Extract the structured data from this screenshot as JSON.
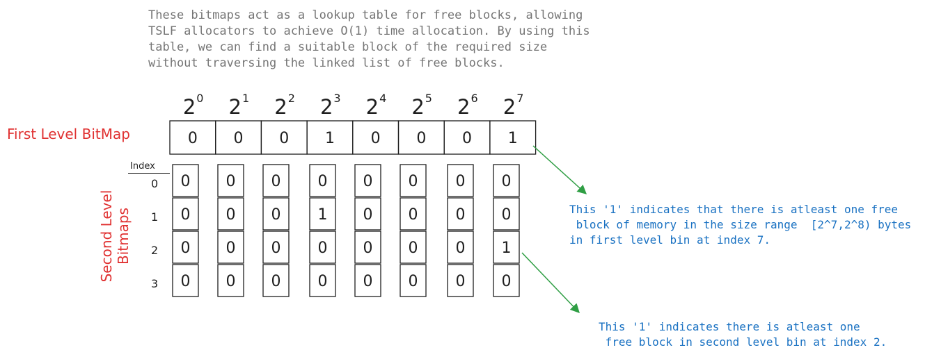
{
  "description": [
    "These bitmaps act as a lookup table for free blocks, allowing",
    "TSLF allocators to achieve O(1) time allocation. By using this",
    "table, we can find a suitable block of the required size",
    "without traversing the linked list of free blocks."
  ],
  "powers": [
    {
      "base": "2",
      "exp": "0"
    },
    {
      "base": "2",
      "exp": "1"
    },
    {
      "base": "2",
      "exp": "2"
    },
    {
      "base": "2",
      "exp": "3"
    },
    {
      "base": "2",
      "exp": "4"
    },
    {
      "base": "2",
      "exp": "5"
    },
    {
      "base": "2",
      "exp": "6"
    },
    {
      "base": "2",
      "exp": "7"
    }
  ],
  "first_level": {
    "label": "First Level BitMap",
    "bits": [
      "0",
      "0",
      "0",
      "1",
      "0",
      "0",
      "0",
      "1"
    ]
  },
  "second_level": {
    "label": [
      "Second Level",
      "Bitmaps"
    ],
    "index_header": "Index",
    "indices": [
      "0",
      "1",
      "2",
      "3"
    ],
    "rows": [
      [
        "0",
        "0",
        "0",
        "0",
        "0",
        "0",
        "0",
        "0"
      ],
      [
        "0",
        "0",
        "0",
        "1",
        "0",
        "0",
        "0",
        "0"
      ],
      [
        "0",
        "0",
        "0",
        "0",
        "0",
        "0",
        "0",
        "1"
      ],
      [
        "0",
        "0",
        "0",
        "0",
        "0",
        "0",
        "0",
        "0"
      ]
    ]
  },
  "annotations": {
    "first": [
      "This '1' indicates that there is atleast one free",
      " block of memory in the size range  [2^7,2^8) bytes",
      "in first level bin at index 7."
    ],
    "second": [
      "This '1' indicates there is atleast one",
      " free block in second level bin at index 2."
    ]
  },
  "colors": {
    "label": "#e03131",
    "annotation": "#1971c2",
    "arrow": "#2f9e44",
    "note": "#757575"
  }
}
